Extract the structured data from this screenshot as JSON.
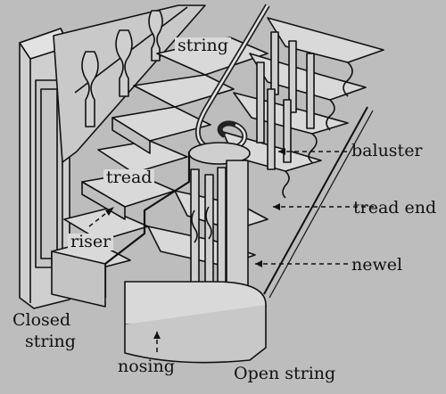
{
  "labels": {
    "string": "string",
    "baluster": "baluster",
    "tread": "tread",
    "tread_end": "tread end",
    "riser": "riser",
    "newel": "newel",
    "closed_line1": "Closed",
    "closed_line2": "string",
    "nosing": "nosing",
    "open_string": "Open string"
  },
  "colors": {
    "background": "#bdbdbd",
    "ink": "#111111",
    "tread_face": "#d9d9d9"
  }
}
